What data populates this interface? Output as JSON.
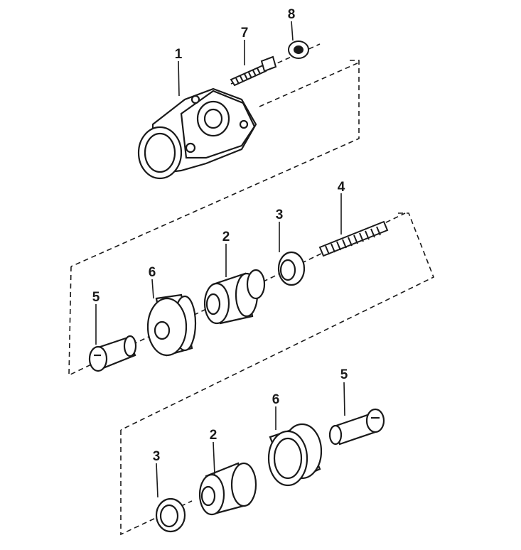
{
  "callouts": {
    "c1": "1",
    "c2_upper": "2",
    "c2_lower": "2",
    "c3_upper": "3",
    "c3_lower": "3",
    "c4": "4",
    "c5_upper": "5",
    "c5_lower": "5",
    "c6_upper": "6",
    "c6_lower": "6",
    "c7": "7",
    "c8": "8"
  },
  "colors": {
    "ink": "#1a1a1a",
    "paper": "#ffffff",
    "shade": "#cfcfcf"
  }
}
